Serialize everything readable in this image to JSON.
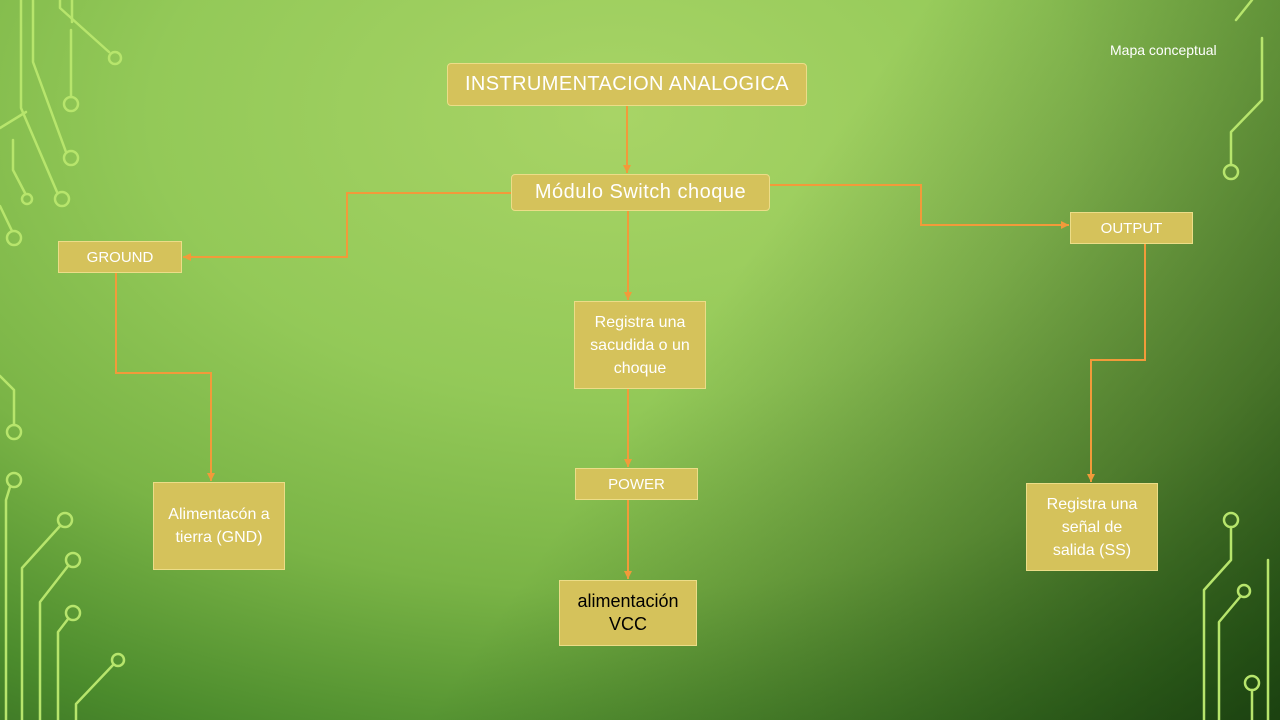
{
  "slide": {
    "corner_label": "Mapa conceptual"
  },
  "concept_map": {
    "root": {
      "label": "INSTRUMENTACION ANALOGICA"
    },
    "module": {
      "label": "Módulo Switch choque"
    },
    "branches": {
      "ground": {
        "label": "GROUND",
        "child": "Alimentacón a tierra (GND)"
      },
      "center": {
        "label": "Registra una sacudida o un choque",
        "child": {
          "label": "POWER",
          "child": "alimentación VCC"
        }
      },
      "output": {
        "label": "OUTPUT",
        "child": "Registra una señal de salida (SS)"
      }
    }
  },
  "colors": {
    "box_fill": "#d5c25b",
    "box_border": "#ecdd88",
    "connector": "#f29a3a",
    "circuit": "#b7e56c",
    "box_text": "#ffffff",
    "detail_text": "#000000"
  }
}
